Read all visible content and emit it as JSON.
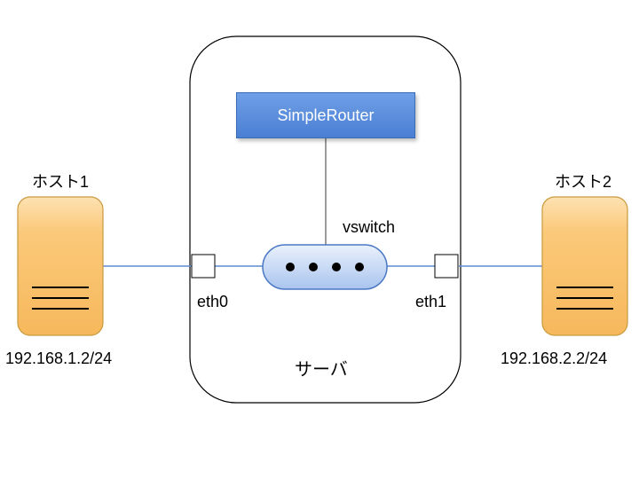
{
  "server": {
    "label": "サーバ"
  },
  "router": {
    "label": "SimpleRouter"
  },
  "vswitch": {
    "label": "vswitch",
    "port_count": 4
  },
  "ports": [
    {
      "label": "eth0"
    },
    {
      "label": "eth1"
    }
  ],
  "hosts": [
    {
      "name": "ホスト1",
      "ip": "192.168.1.2/24"
    },
    {
      "name": "ホスト2",
      "ip": "192.168.2.2/24"
    }
  ],
  "colors": {
    "host_fill": "#fbc97a",
    "host_stroke": "#c99a3e",
    "router_fill": "#5a8ddc",
    "link": "#5b8bd0",
    "vswitch_fill": "#c5d8f5",
    "vswitch_stroke": "#4a78c4"
  }
}
